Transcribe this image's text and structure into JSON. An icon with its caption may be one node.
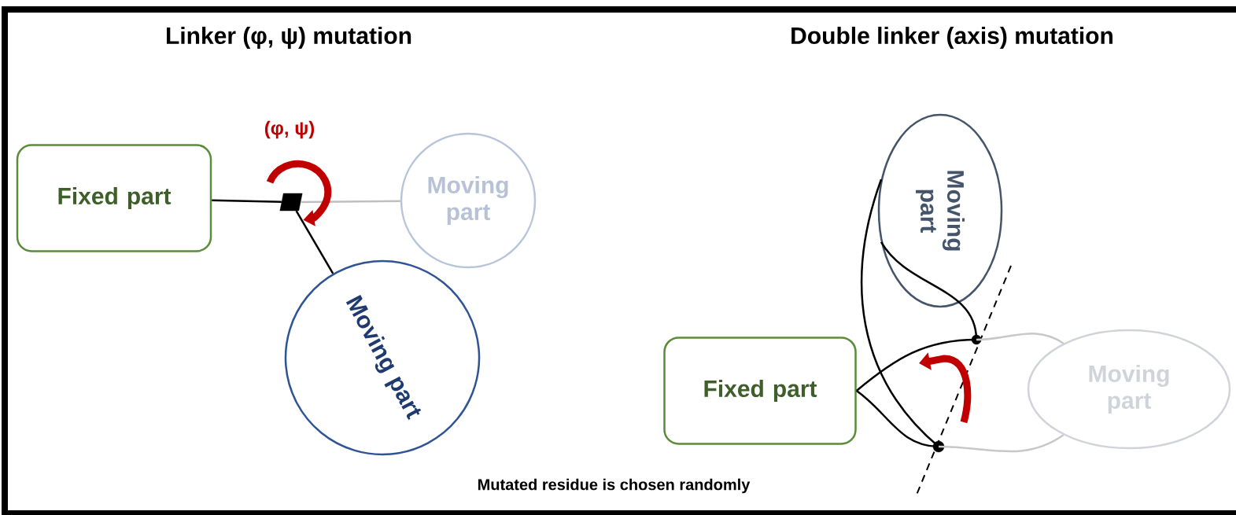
{
  "diagram": {
    "caption": "Mutated residue is chosen randomly",
    "nodes": [
      {
        "text": [
          "Fixed part"
        ]
      },
      {
        "text": [],
        "shape": "box"
      },
      {
        "text": [
          "Moving part"
        ]
      },
      {
        "text": [
          "Moving part"
        ]
      },
      {
        "text": [
          "Moving part"
        ]
      },
      {
        "text": [
          "Fixed part"
        ]
      },
      {
        "text": [],
        "shape": "circle"
      },
      {
        "text": [
          "Moving part"
        ]
      },
      {
        "text": [],
        "shape": "circle"
      }
    ],
    "edges": [
      {
        "from": 0,
        "to": 1,
        "arrow": "none"
      },
      {
        "from": 1,
        "to": 2,
        "arrow": "none",
        "color": "#bfbfbf"
      },
      {
        "from": 1,
        "to": 3,
        "arrow": "none"
      },
      {
        "from": 5,
        "to": 6,
        "arrow": "none"
      },
      {
        "from": 5,
        "to": 8,
        "arrow": "none"
      },
      {
        "from": 4,
        "to": 6,
        "arrow": "none"
      },
      {
        "from": 4,
        "to": 8,
        "arrow": "none"
      },
      {
        "from": 6,
        "to": 7,
        "arrow": "none",
        "color": "#c8c8c8"
      },
      {
        "from": 8,
        "to": 7,
        "arrow": "none",
        "color": "#c8c8c8"
      }
    ],
    "labels": [
      "Linker  (φ, ψ)  mutation",
      "Double linker (axis) mutation",
      "(φ, ψ)"
    ]
  }
}
